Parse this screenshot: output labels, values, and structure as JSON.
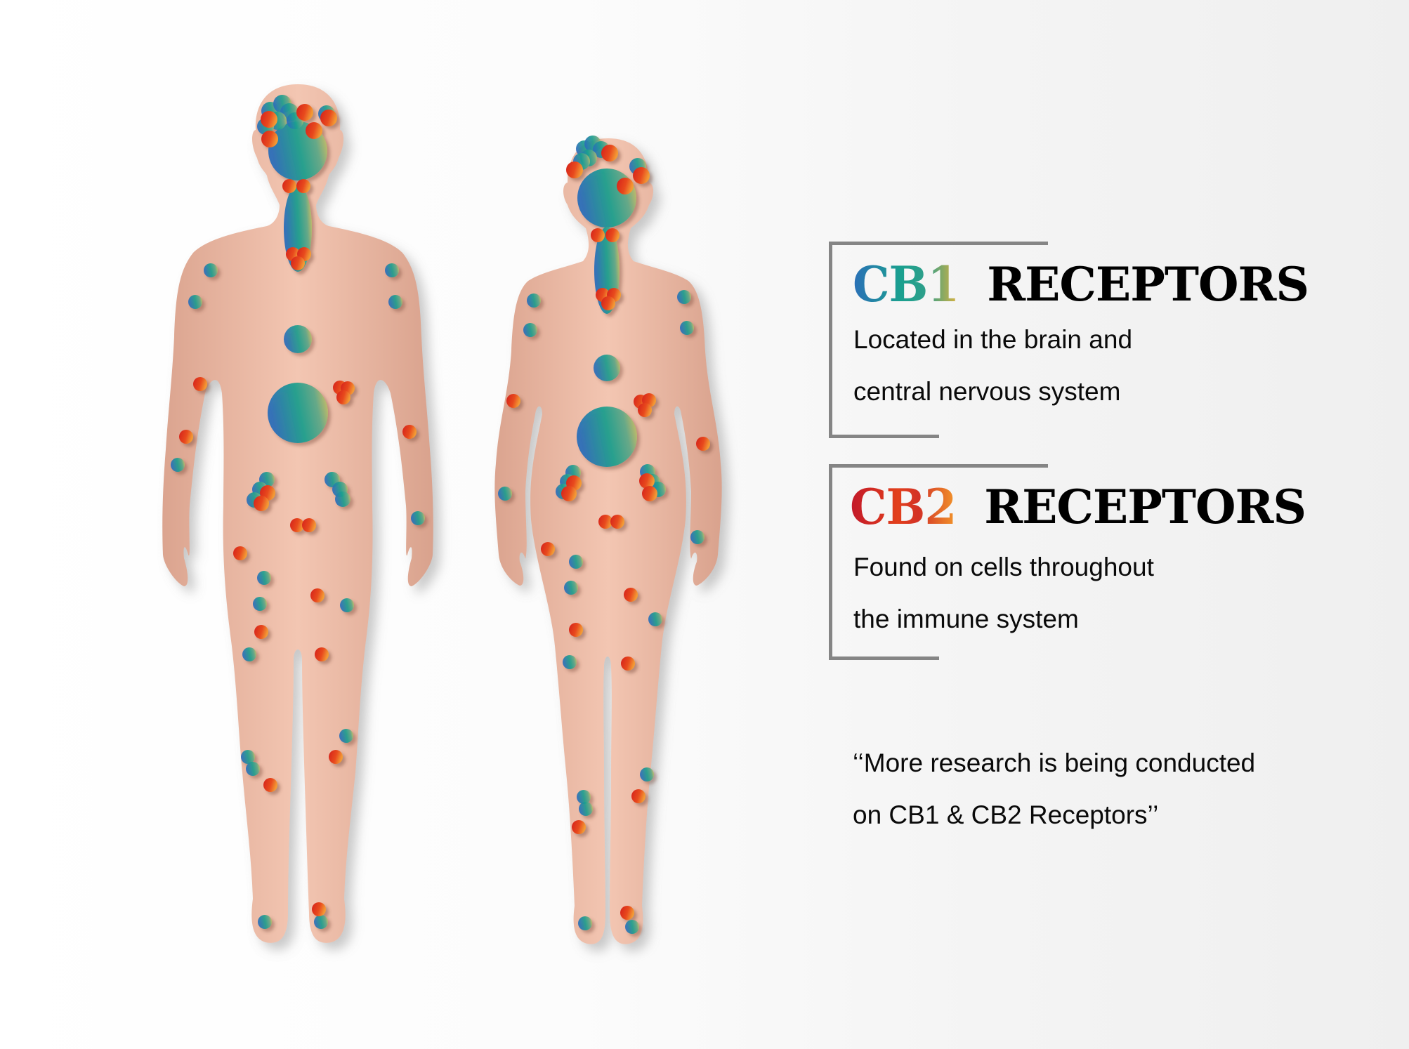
{
  "colors": {
    "background": "#f6f6f6",
    "skin_light": "#f3c6b2",
    "skin_dark": "#dba48f",
    "frame_line": "#858585",
    "cb1_gradient": [
      "#2b6fb8",
      "#1aa08f",
      "#e2b33c"
    ],
    "cb2_gradient": [
      "#c2182a",
      "#e2401c",
      "#f2962a"
    ],
    "text": "#0a0a0a"
  },
  "cb1": {
    "tag": "CB1",
    "word": "RECEPTORS",
    "line1": "Located in the brain and",
    "line2": "central nervous system"
  },
  "cb2": {
    "tag": "CB2",
    "word": "RECEPTORS",
    "line1": "Found on cells throughout",
    "line2": "the immune system"
  },
  "note": {
    "line1": "‘‘More research is being conducted",
    "line2": "on CB1 & CB2 Receptors’’"
  },
  "figures": {
    "male": {
      "label": "male-figure",
      "cb1_dots": [
        [
          385,
          158,
          13
        ],
        [
          402,
          148,
          13
        ],
        [
          412,
          160,
          13
        ],
        [
          395,
          172,
          13
        ],
        [
          378,
          180,
          12
        ],
        [
          420,
          172,
          12
        ],
        [
          465,
          162,
          12
        ],
        [
          300,
          385,
          10
        ],
        [
          278,
          430,
          10
        ],
        [
          558,
          385,
          10
        ],
        [
          563,
          430,
          10
        ],
        [
          424,
          483,
          20
        ],
        [
          253,
          662,
          10
        ],
        [
          595,
          738,
          10
        ],
        [
          380,
          683,
          11
        ],
        [
          370,
          697,
          11
        ],
        [
          362,
          712,
          11
        ],
        [
          473,
          683,
          11
        ],
        [
          484,
          697,
          11
        ],
        [
          488,
          711,
          11
        ],
        [
          376,
          823,
          10
        ],
        [
          370,
          860,
          10
        ],
        [
          355,
          932,
          10
        ],
        [
          494,
          862,
          10
        ],
        [
          353,
          1078,
          10
        ],
        [
          360,
          1095,
          10
        ],
        [
          493,
          1048,
          10
        ],
        [
          377,
          1313,
          10
        ],
        [
          457,
          1313,
          10
        ]
      ],
      "cb1_big": [
        [
          424,
          215,
          42
        ],
        [
          424,
          588,
          43
        ]
      ],
      "cb1_ellipse": [
        424,
        325,
        20,
        62
      ],
      "cb2_dots": [
        [
          383,
          170,
          12
        ],
        [
          434,
          160,
          12
        ],
        [
          384,
          198,
          12
        ],
        [
          468,
          168,
          12
        ],
        [
          447,
          186,
          12
        ],
        [
          412,
          265,
          10
        ],
        [
          432,
          265,
          10
        ],
        [
          417,
          362,
          10
        ],
        [
          433,
          362,
          10
        ],
        [
          424,
          375,
          10
        ],
        [
          484,
          552,
          10
        ],
        [
          495,
          553,
          10
        ],
        [
          489,
          566,
          10
        ],
        [
          285,
          547,
          10
        ],
        [
          265,
          622,
          10
        ],
        [
          583,
          615,
          10
        ],
        [
          381,
          702,
          11
        ],
        [
          372,
          717,
          11
        ],
        [
          423,
          748,
          10
        ],
        [
          440,
          748,
          10
        ],
        [
          342,
          788,
          10
        ],
        [
          452,
          848,
          10
        ],
        [
          372,
          900,
          10
        ],
        [
          458,
          932,
          10
        ],
        [
          385,
          1118,
          10
        ],
        [
          478,
          1078,
          10
        ],
        [
          454,
          1295,
          10
        ]
      ]
    },
    "female": {
      "label": "female-figure",
      "cb1_dots": [
        [
          832,
          212,
          12
        ],
        [
          844,
          205,
          12
        ],
        [
          856,
          213,
          12
        ],
        [
          838,
          225,
          12
        ],
        [
          828,
          230,
          12
        ],
        [
          908,
          237,
          12
        ],
        [
          760,
          428,
          10
        ],
        [
          755,
          470,
          10
        ],
        [
          974,
          423,
          10
        ],
        [
          978,
          467,
          10
        ],
        [
          864,
          524,
          19
        ],
        [
          719,
          703,
          10
        ],
        [
          993,
          765,
          10
        ],
        [
          816,
          673,
          11
        ],
        [
          808,
          686,
          11
        ],
        [
          802,
          700,
          11
        ],
        [
          922,
          672,
          11
        ],
        [
          929,
          686,
          11
        ],
        [
          937,
          697,
          11
        ],
        [
          820,
          800,
          10
        ],
        [
          813,
          837,
          10
        ],
        [
          811,
          943,
          10
        ],
        [
          933,
          882,
          10
        ],
        [
          831,
          1135,
          10
        ],
        [
          834,
          1152,
          10
        ],
        [
          921,
          1103,
          10
        ],
        [
          833,
          1315,
          10
        ],
        [
          900,
          1320,
          10
        ]
      ],
      "cb1_big": [
        [
          864,
          282,
          42
        ],
        [
          864,
          622,
          43
        ]
      ],
      "cb1_ellipse": [
        864,
        385,
        18,
        62
      ],
      "cb2_dots": [
        [
          818,
          242,
          12
        ],
        [
          868,
          218,
          12
        ],
        [
          913,
          250,
          12
        ],
        [
          890,
          265,
          12
        ],
        [
          851,
          335,
          10
        ],
        [
          872,
          335,
          10
        ],
        [
          858,
          420,
          10
        ],
        [
          874,
          420,
          10
        ],
        [
          866,
          432,
          10
        ],
        [
          912,
          572,
          10
        ],
        [
          924,
          570,
          10
        ],
        [
          918,
          584,
          10
        ],
        [
          731,
          571,
          10
        ],
        [
          1001,
          632,
          10
        ],
        [
          817,
          688,
          11
        ],
        [
          810,
          703,
          11
        ],
        [
          921,
          685,
          11
        ],
        [
          925,
          703,
          11
        ],
        [
          862,
          743,
          10
        ],
        [
          879,
          743,
          10
        ],
        [
          780,
          782,
          10
        ],
        [
          898,
          847,
          10
        ],
        [
          820,
          897,
          10
        ],
        [
          894,
          945,
          10
        ],
        [
          824,
          1178,
          10
        ],
        [
          909,
          1134,
          10
        ],
        [
          893,
          1300,
          10
        ]
      ]
    }
  }
}
